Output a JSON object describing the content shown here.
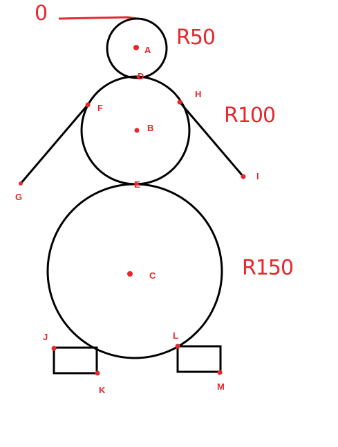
{
  "origin_label": "0",
  "radius_labels": {
    "head": "R50",
    "torso": "R100",
    "base": "R150"
  },
  "point_labels": {
    "A": "A",
    "B": "B",
    "C": "C",
    "D": "D",
    "E": "E",
    "F": "F",
    "G": "G",
    "H": "H",
    "I": "I",
    "J": "J",
    "K": "K",
    "L": "L",
    "M": "M"
  },
  "colors": {
    "ink": "#000000",
    "annotation": "#e8262b",
    "background": "#ffffff"
  }
}
